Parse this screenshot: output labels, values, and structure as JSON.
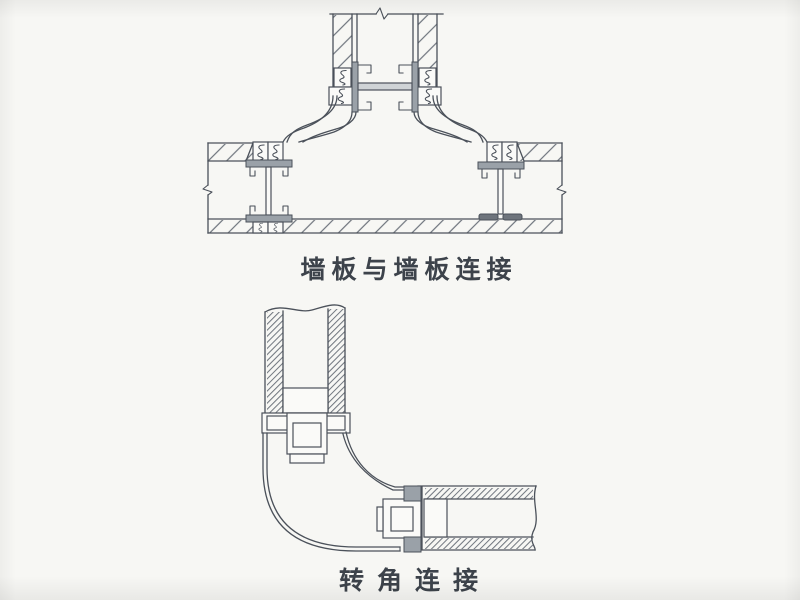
{
  "colors": {
    "background": "#f7f7f4",
    "paper": "#fafaf8",
    "line": "#4b515a",
    "line-soft": "#6d737c",
    "metal-fill": "#9aa1a8",
    "metal-dark": "#6e747c",
    "tie-fill": "#cfd3d6",
    "text": "#3d434b"
  },
  "figures": [
    {
      "id": "wall-panel-to-wall-panel-joint",
      "caption": "墙板与墙板连接"
    },
    {
      "id": "corner-joint",
      "caption": "转角连接"
    }
  ]
}
